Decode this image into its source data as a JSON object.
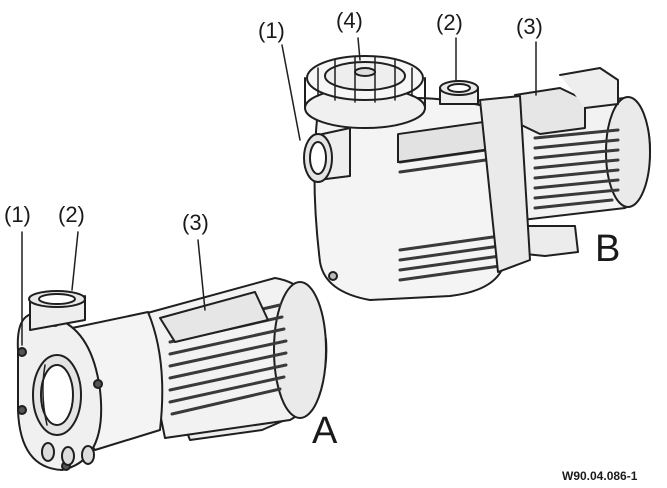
{
  "pump_a": {
    "letter": "A",
    "callouts": {
      "suction": "(1)",
      "discharge": "(2)",
      "motor": "(3)"
    }
  },
  "pump_b": {
    "letter": "B",
    "callouts": {
      "suction": "(1)",
      "lid": "(4)",
      "discharge": "(2)",
      "motor": "(3)"
    }
  },
  "figure_ref": "W90.04.086-1",
  "colors": {
    "line": "#1f1f1f",
    "body": "#f2f2f2",
    "shade": "#d9d9d9",
    "fin": "#3a3a3a"
  }
}
